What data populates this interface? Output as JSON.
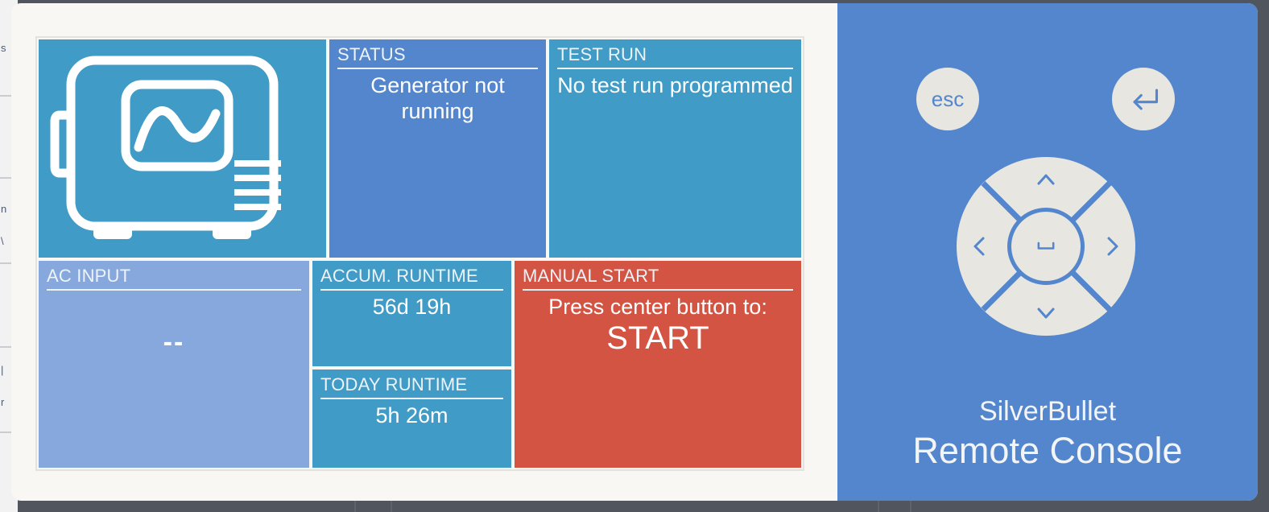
{
  "underlay": {
    "fragments": [
      "s",
      "n",
      "\\",
      "|",
      "r"
    ]
  },
  "colors": {
    "teal": "#409bc6",
    "blue": "#5386cd",
    "light_blue": "#86a8dd",
    "red": "#d35443",
    "card_bg": "#f8f7f4",
    "frame": "#50555e",
    "button_face": "#e8e6e1"
  },
  "screen": {
    "generator_icon": "generator-waveform-icon",
    "tiles": {
      "status": {
        "label": "STATUS",
        "value": "Generator not running"
      },
      "test_run": {
        "label": "TEST RUN",
        "value": "No test run programmed"
      },
      "ac_input": {
        "label": "AC INPUT",
        "value": "--"
      },
      "accum_runtime": {
        "label": "ACCUM. RUNTIME",
        "value": "56d 19h"
      },
      "today_runtime": {
        "label": "TODAY RUNTIME",
        "value": "5h 26m"
      },
      "manual_start": {
        "label": "MANUAL START",
        "prompt": "Press center button to:",
        "action": "START"
      }
    }
  },
  "console": {
    "esc_label": "esc",
    "enter_icon": "enter-return-icon",
    "dpad": {
      "up_icon": "chevron-up-icon",
      "down_icon": "chevron-down-icon",
      "left_icon": "chevron-left-icon",
      "right_icon": "chevron-right-icon",
      "center_icon": "space-bar-icon"
    },
    "brand": "SilverBullet",
    "subtitle": "Remote Console"
  }
}
